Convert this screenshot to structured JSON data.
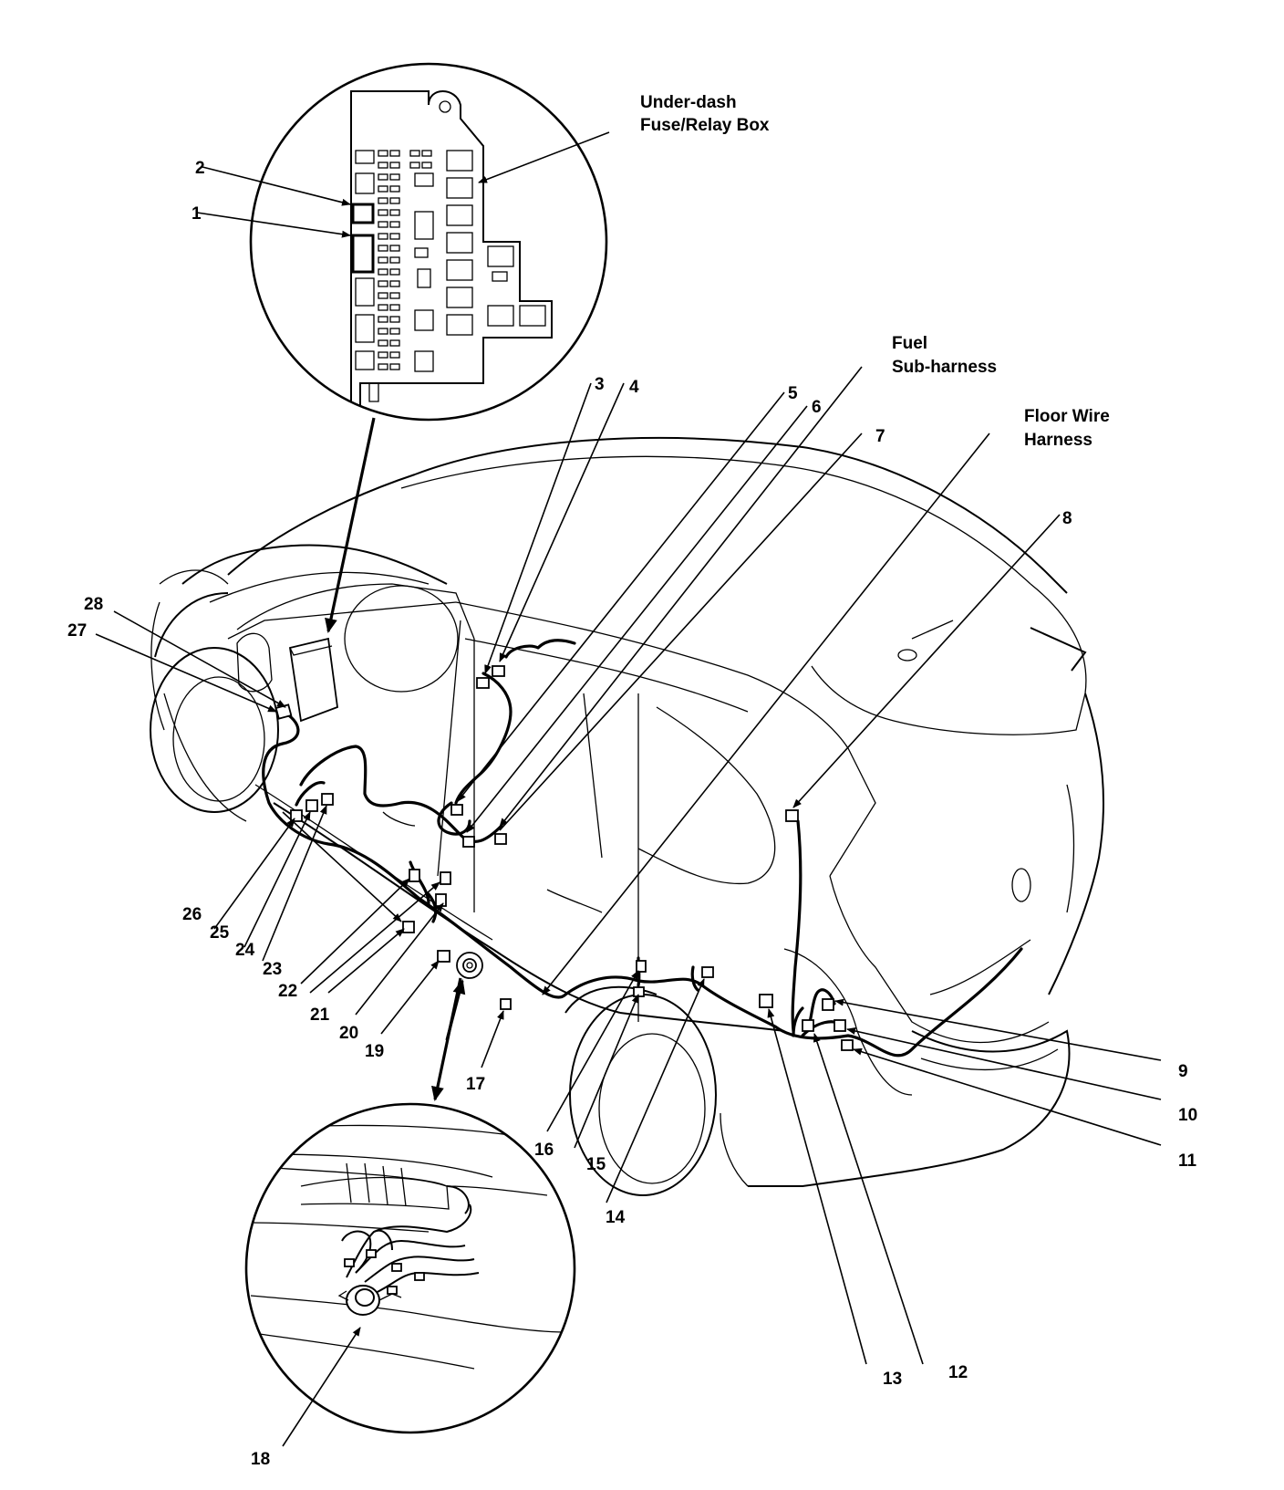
{
  "labels": {
    "underdash_line1": "Under-dash",
    "underdash_line2": "Fuse/Relay Box",
    "fuel_line1": "Fuel",
    "fuel_line2": "Sub-harness",
    "floor_line1": "Floor Wire",
    "floor_line2": "Harness"
  },
  "callouts": [
    "1",
    "2",
    "3",
    "4",
    "5",
    "6",
    "7",
    "8",
    "9",
    "10",
    "11",
    "12",
    "13",
    "14",
    "15",
    "16",
    "17",
    "18",
    "19",
    "20",
    "21",
    "22",
    "23",
    "24",
    "25",
    "26",
    "27",
    "28"
  ]
}
